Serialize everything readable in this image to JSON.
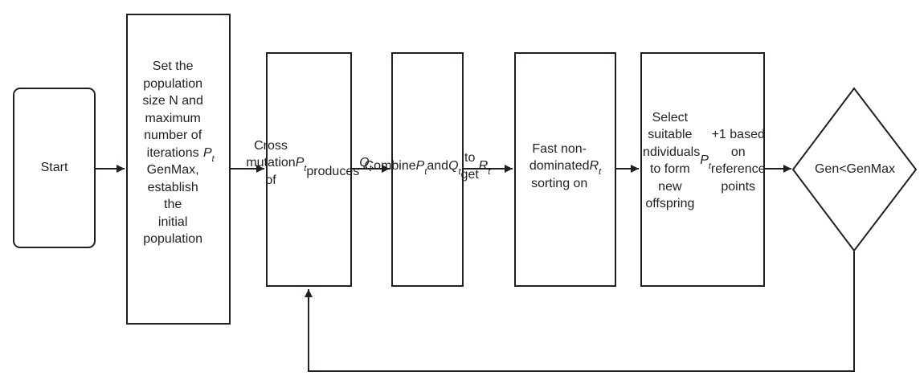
{
  "figure": {
    "type": "flowchart",
    "background_color": "#ffffff",
    "ink_color": "#231f20"
  },
  "nodes": {
    "start": {
      "shape": "rounded-rect",
      "label_lines": [
        "Start"
      ]
    },
    "init": {
      "shape": "rect",
      "label_lines": [
        "Set the",
        "population",
        "size N and",
        "maximum",
        "number of",
        "iterations",
        "GenMax,",
        "establish",
        "the",
        "initial",
        "population",
        "[P~t~]"
      ]
    },
    "cross": {
      "shape": "rect",
      "label_lines": [
        "Cross",
        "mutation",
        "of [P~t~]",
        "produces",
        "[Q~t~]"
      ]
    },
    "combine": {
      "shape": "rect",
      "label_lines": [
        "Combine",
        "[P~t~] and",
        "[Q~t~] to",
        "get [R~t~]"
      ]
    },
    "sort": {
      "shape": "rect",
      "label_lines": [
        "Fast non-",
        "dominated",
        "sorting on",
        "[R~t~]"
      ]
    },
    "select": {
      "shape": "rect",
      "label_lines": [
        "Select",
        "suitable",
        "individuals",
        "to form new",
        "offspring",
        "[P~t~]+1 based",
        "on reference",
        "points"
      ]
    },
    "decision": {
      "shape": "diamond",
      "label_lines": [
        "Gen<GenMax"
      ]
    }
  },
  "edges": [
    {
      "from": "start",
      "to": "init"
    },
    {
      "from": "init",
      "to": "cross"
    },
    {
      "from": "cross",
      "to": "combine"
    },
    {
      "from": "combine",
      "to": "sort"
    },
    {
      "from": "sort",
      "to": "select"
    },
    {
      "from": "select",
      "to": "decision"
    },
    {
      "from": "decision",
      "to": "cross",
      "kind": "feedback-loop"
    }
  ]
}
